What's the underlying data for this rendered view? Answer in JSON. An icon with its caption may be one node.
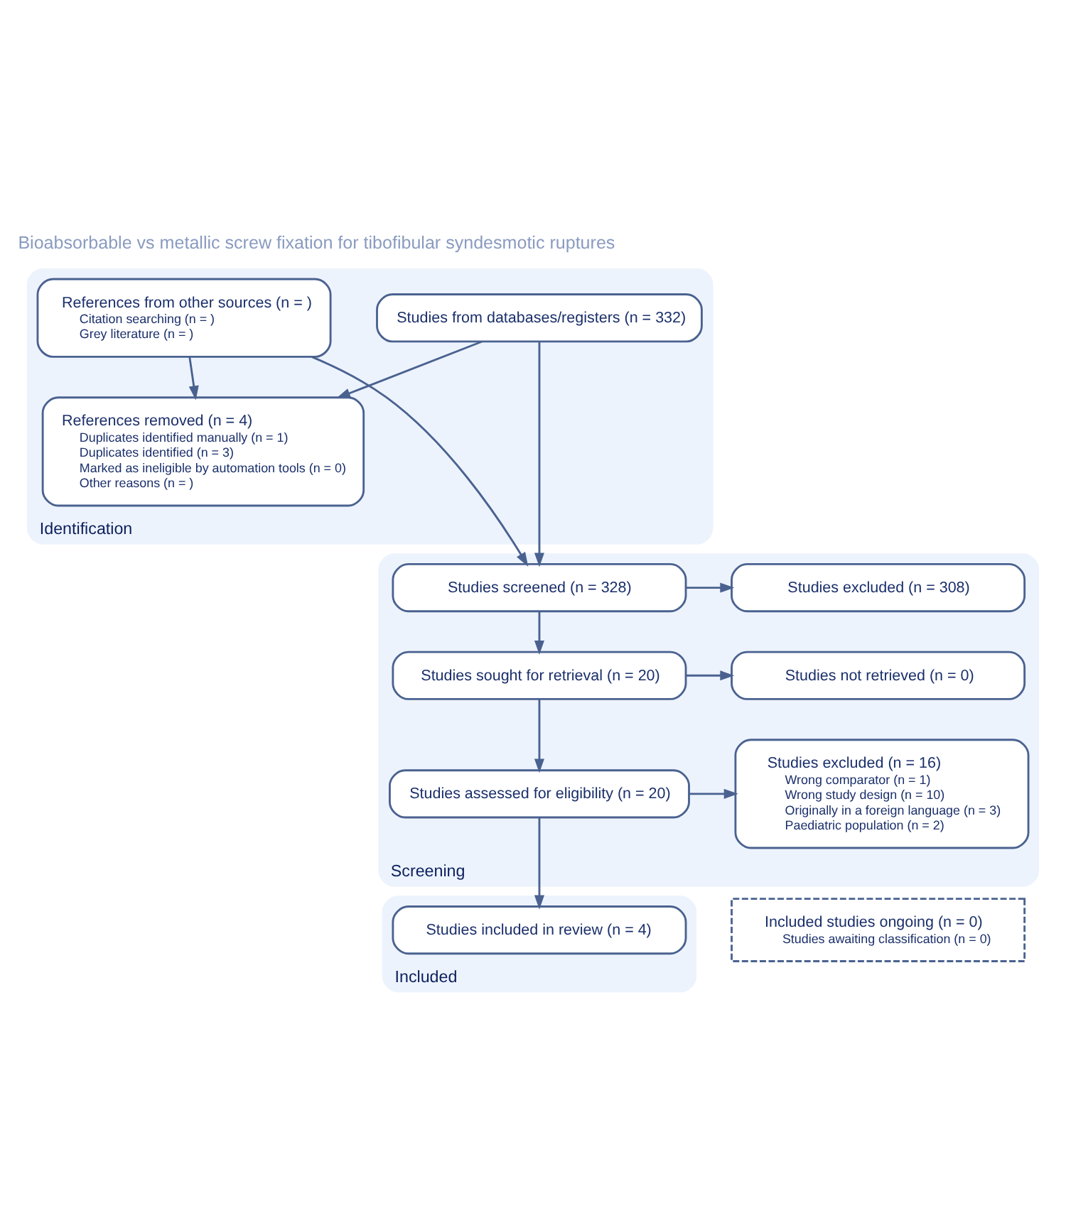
{
  "diagram": {
    "title": "Bioabsorbable vs metallic screw fixation for tibofibular syndesmotic ruptures",
    "nodes": [
      {
        "text": [
          "Identification"
        ]
      },
      {
        "text": [
          "Studies from databases/registers (n = 332)"
        ],
        "in": 0
      },
      {
        "text": [
          "References from other sources (n = )",
          "Citation searching (n = )",
          "Grey literature (n = )"
        ],
        "in": 0
      },
      {
        "text": [
          "References removed (n = 4)",
          "Duplicates identified manually (n = 1)",
          "Duplicates identified (n = 3)",
          "Marked as ineligible by automation tools (n = 0)",
          "Other reasons (n = )"
        ],
        "in": 0
      },
      {
        "text": [
          "Screening"
        ]
      },
      {
        "text": [
          "Studies screened (n = 328)"
        ],
        "in": 4
      },
      {
        "text": [
          "Studies excluded (n = 308)"
        ],
        "in": 4
      },
      {
        "text": [
          "Studies sought for retrieval (n = 20)"
        ],
        "in": 4
      },
      {
        "text": [
          "Studies not retrieved (n = 0)"
        ],
        "in": 4
      },
      {
        "text": [
          "Studies assessed for eligibility (n = 20)"
        ],
        "in": 4
      },
      {
        "text": [
          "Studies excluded (n = 16)",
          "Wrong comparator (n = 1)",
          "Wrong study design (n = 10)",
          "Originally in a foreign language (n = 3)",
          "Paediatric population (n = 2)"
        ],
        "in": 4
      },
      {
        "text": [
          "Included"
        ]
      },
      {
        "text": [
          "Studies included in review (n = 4)"
        ],
        "in": 11
      },
      {
        "text": [
          "Included studies ongoing (n = 0)",
          "Studies awaiting classification (n = 0)"
        ]
      }
    ],
    "edges": [
      {
        "from": 1,
        "to": 3,
        "arrow": "to"
      },
      {
        "from": 2,
        "to": 3,
        "arrow": "to"
      },
      {
        "from": 1,
        "to": 5,
        "arrow": "to"
      },
      {
        "from": 2,
        "to": 5,
        "arrow": "to"
      },
      {
        "from": 5,
        "to": 6,
        "arrow": "to"
      },
      {
        "from": 5,
        "to": 7,
        "arrow": "to"
      },
      {
        "from": 7,
        "to": 8,
        "arrow": "to"
      },
      {
        "from": 7,
        "to": 9,
        "arrow": "to"
      },
      {
        "from": 9,
        "to": 10,
        "arrow": "to"
      },
      {
        "from": 9,
        "to": 12,
        "arrow": "to"
      }
    ]
  }
}
